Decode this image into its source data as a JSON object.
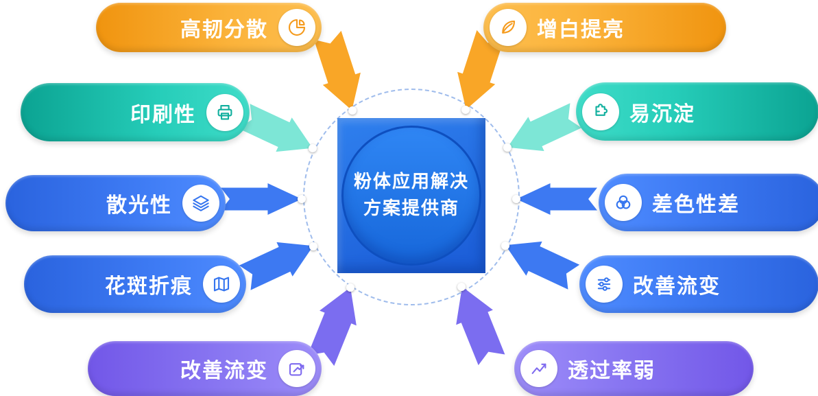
{
  "center": {
    "line1": "粉体应用解决",
    "line2": "方案提供商"
  },
  "left_items": [
    {
      "label": "高韧分散",
      "icon": "pie-chart-icon",
      "color": "orange"
    },
    {
      "label": "印刷性",
      "icon": "printer-icon",
      "color": "teal"
    },
    {
      "label": "散光性",
      "icon": "layers-icon",
      "color": "blue"
    },
    {
      "label": "花斑折痕",
      "icon": "map-icon",
      "color": "blue"
    },
    {
      "label": "改善流变",
      "icon": "trend-box-icon",
      "color": "purple"
    }
  ],
  "right_items": [
    {
      "label": "增白提亮",
      "icon": "leaf-icon",
      "color": "orange"
    },
    {
      "label": "易沉淀",
      "icon": "puzzle-icon",
      "color": "teal"
    },
    {
      "label": "差色性差",
      "icon": "overlap-circles-icon",
      "color": "blue"
    },
    {
      "label": "改善流变",
      "icon": "flow-sliders-icon",
      "color": "blue"
    },
    {
      "label": "透过率弱",
      "icon": "trend-line-icon",
      "color": "purple"
    }
  ],
  "colors": {
    "orange": "#F9A627",
    "teal": "#17BFAC",
    "light_teal": "#7DE6D6",
    "blue": "#3D79F2",
    "purple": "#7B6DF0",
    "center_blue": "#1A5FD6"
  }
}
